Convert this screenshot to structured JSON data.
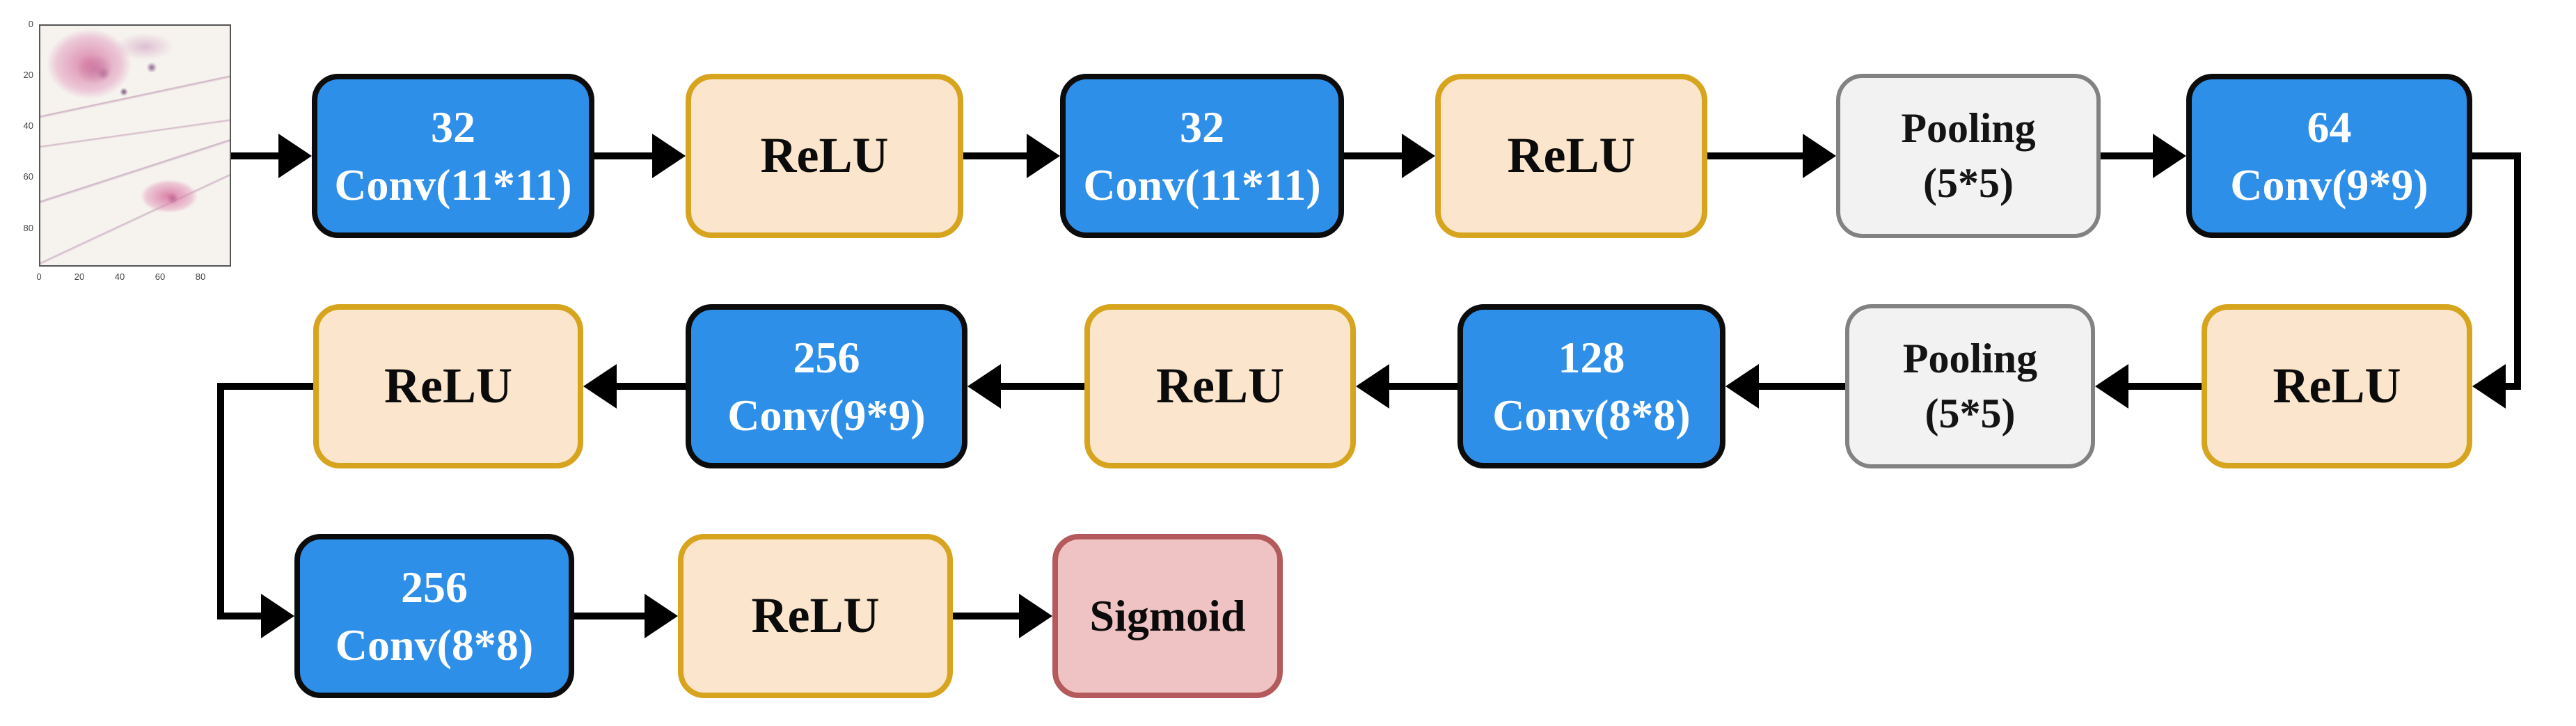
{
  "diagram": {
    "type": "cnn-architecture-flow",
    "input_image": {
      "description": "H&E stained histology input patch",
      "y_ticks": [
        "0",
        "20",
        "40",
        "60",
        "80"
      ],
      "x_ticks": [
        "0",
        "20",
        "40",
        "60",
        "80"
      ]
    },
    "colors": {
      "conv_fill": "#2E8FE9",
      "conv_border": "#0C0C0C",
      "conv_text": "#FFFFFF",
      "relu_fill": "#FBE5CC",
      "relu_border": "#D7A41E",
      "pool_fill": "#F2F2F2",
      "pool_border": "#828282",
      "sigmoid_fill": "#EFC3C3",
      "sigmoid_border": "#B45A5C",
      "arrow": "#000000"
    },
    "rows": [
      {
        "flow": "left-to-right",
        "blocks": [
          {
            "kind": "conv",
            "lines": [
              "32",
              "Conv(11*11)"
            ]
          },
          {
            "kind": "relu",
            "lines": [
              "ReLU"
            ]
          },
          {
            "kind": "conv",
            "lines": [
              "32",
              "Conv(11*11)"
            ]
          },
          {
            "kind": "relu",
            "lines": [
              "ReLU"
            ]
          },
          {
            "kind": "pool",
            "lines": [
              "Pooling",
              "(5*5)"
            ]
          },
          {
            "kind": "conv",
            "lines": [
              "64",
              "Conv(9*9)"
            ]
          }
        ]
      },
      {
        "flow": "right-to-left",
        "blocks": [
          {
            "kind": "relu",
            "lines": [
              "ReLU"
            ]
          },
          {
            "kind": "conv",
            "lines": [
              "256",
              "Conv(9*9)"
            ]
          },
          {
            "kind": "relu",
            "lines": [
              "ReLU"
            ]
          },
          {
            "kind": "conv",
            "lines": [
              "128",
              "Conv(8*8)"
            ]
          },
          {
            "kind": "pool",
            "lines": [
              "Pooling",
              "(5*5)"
            ]
          },
          {
            "kind": "relu",
            "lines": [
              "ReLU"
            ]
          }
        ]
      },
      {
        "flow": "left-to-right",
        "blocks": [
          {
            "kind": "conv",
            "lines": [
              "256",
              "Conv(8*8)"
            ]
          },
          {
            "kind": "relu",
            "lines": [
              "ReLU"
            ]
          },
          {
            "kind": "sigmoid",
            "lines": [
              "Sigmoid"
            ]
          }
        ]
      }
    ]
  }
}
